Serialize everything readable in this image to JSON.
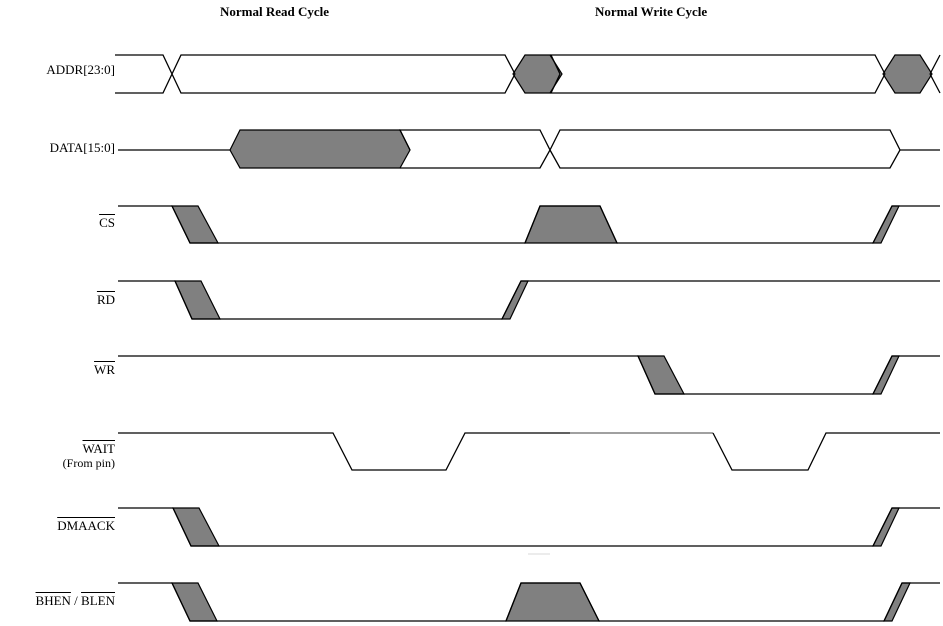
{
  "titles": {
    "read_cycle": "Normal Read Cycle",
    "write_cycle": "Normal Write Cycle"
  },
  "signals": {
    "addr": "ADDR[23:0]",
    "data": "DATA[15:0]",
    "cs": "CS",
    "rd": "RD",
    "wr": "WR",
    "wait": "WAIT",
    "wait_note": "(From pin)",
    "dmaack": "DMAACK",
    "bhen": "BHEN",
    "blen_sep": " / ",
    "blen": "BLEN"
  },
  "colors": {
    "waveform": "#000000",
    "shaded_transition": "#808080",
    "background": "#ffffff"
  }
}
